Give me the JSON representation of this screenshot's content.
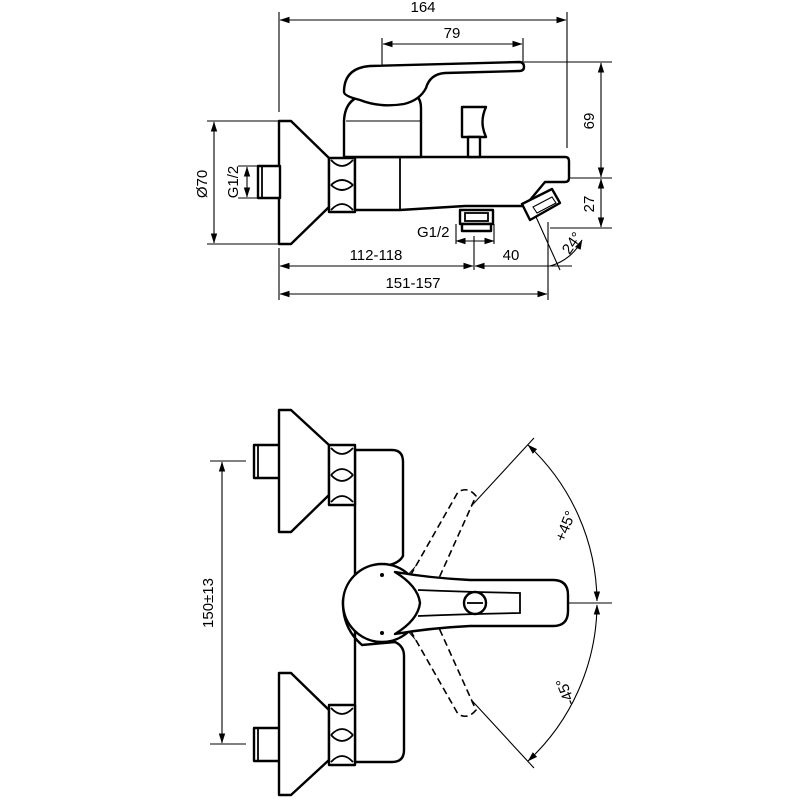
{
  "colors": {
    "line": "#000000",
    "background": "#ffffff"
  },
  "side_view": {
    "dim_overall_width": "164",
    "dim_lever_length": "79",
    "dim_height": "69",
    "dim_spout_height": "27",
    "dim_inlet_diameter": "Ø70",
    "dim_inlet_thread": "G1/2",
    "dim_outlet_thread": "G1/2",
    "dim_wall_to_outlet": "112-118",
    "dim_outlet_to_spout": "40",
    "dim_spout_angle": "24°",
    "dim_total_projection": "151-157"
  },
  "top_view": {
    "dim_centers": "150±13",
    "dim_angle_plus": "+45°",
    "dim_angle_minus": "-45°"
  }
}
